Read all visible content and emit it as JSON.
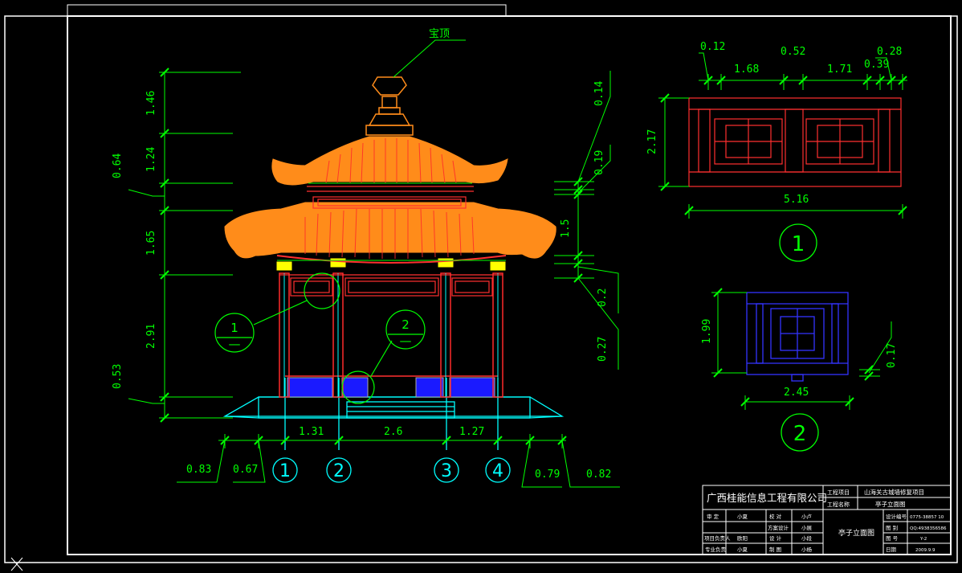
{
  "drawing": {
    "apex_label": "宝顶",
    "elev_left_dims": [
      "1.46",
      "1.24",
      "0.64",
      "1.65",
      "2.91",
      "0.53"
    ],
    "elev_right_dims": [
      "0.14",
      "0.19",
      "1.5",
      "0.2",
      "0.27"
    ],
    "elev_bottom_dims": [
      "1.31",
      "2.6",
      "1.27"
    ],
    "elev_bottom_outer_dims": [
      "0.83",
      "0.67",
      "0.79",
      "0.82"
    ],
    "axis_labels": [
      "1",
      "2",
      "3",
      "4"
    ],
    "callouts": [
      {
        "num": "1",
        "sub": "—"
      },
      {
        "num": "2",
        "sub": "—"
      }
    ],
    "detail1": {
      "top_dims": [
        "0.12",
        "0.52",
        "0.28",
        "0.39",
        "1.68",
        "1.71"
      ],
      "side_dim": "2.17",
      "bottom_dim": "5.16",
      "label": "1"
    },
    "detail2": {
      "side_dim": "1.99",
      "right_dim": "0.17",
      "bottom_dim": "2.45",
      "label": "2"
    }
  },
  "title_block": {
    "company": "广西桂能信息工程有限公司",
    "project_name_label": "工程项目",
    "project_name": "山海关古城墙修复项目",
    "drawing_name_label": "工程名称",
    "drawing_name": "亭子立面图",
    "sheet_title": "亭子立面图",
    "rows": [
      [
        "审 定",
        "小夏",
        "校 对",
        "小卢"
      ],
      [
        "",
        "",
        "方案设计",
        "小展"
      ],
      [
        "项目负责人",
        "欧阳",
        "设 计",
        "小段"
      ],
      [
        "专业负责",
        "小夏",
        "制 图",
        "小杨"
      ]
    ],
    "right_labels": [
      "设计编号",
      "图 别",
      "图 号",
      "日期"
    ],
    "right_values": [
      "0775-38857 10",
      "QQ:4938356586",
      "Y-2",
      "2009.9.9"
    ]
  },
  "colors": {
    "background": "#000000",
    "frame": "#ffffff",
    "dimension": "#00ff00",
    "roof": "#ff8c1a",
    "structure": "#ff2a2a",
    "base": "#00ffff",
    "panel": "#2222ff",
    "column_highlight": "#ffff00"
  }
}
